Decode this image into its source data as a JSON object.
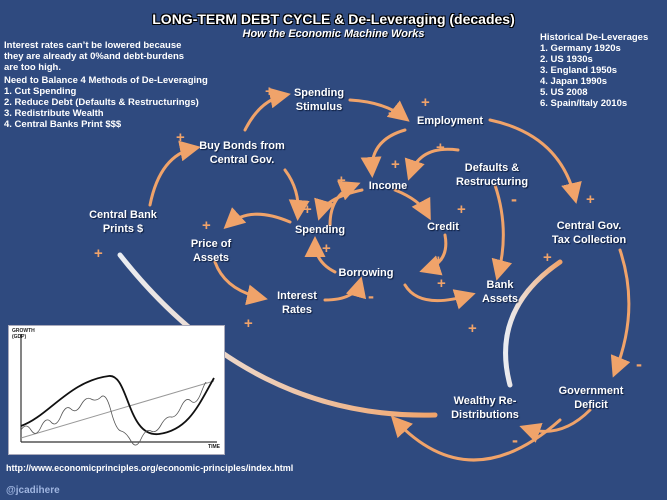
{
  "header": {
    "title": "LONG-TERM DEBT CYCLE & De-Leveraging (decades)",
    "subtitle": "How the Economic Machine Works"
  },
  "left_note": {
    "rates_text": [
      "Interest rates can’t be lowered because",
      "they are already at 0%and debt-burdens",
      "are too high."
    ],
    "methods_heading": "Need to Balance 4 Methods of De-Leveraging",
    "methods": [
      "1.  Cut Spending",
      "2.  Reduce Debt (Defaults & Restructurings)",
      "3.  Redistribute Wealth",
      "4.  Central Banks Print $$$"
    ]
  },
  "right_note": {
    "heading": "Historical De-Leverages",
    "items": [
      "1.  Germany 1920s",
      "2.  US 1930s",
      "3.  England 1950s",
      "4.  Japan 1990s",
      "5.  US 2008",
      "6.  Spain/Italy 2010s"
    ]
  },
  "nodes": {
    "spending_stimulus": "Spending\nStimulus",
    "employment": "Employment",
    "buy_bonds": "Buy Bonds from\nCentral Gov.",
    "defaults": "Defaults &\nRestructuring",
    "income": "Income",
    "central_bank": "Central Bank\nPrints $",
    "central_gov_tax": "Central Gov.\nTax Collection",
    "credit": "Credit",
    "spending": "Spending",
    "price_assets": "Price of\nAssets",
    "borrowing": "Borrowing",
    "bank_assets": "Bank\nAssets",
    "interest_rates": "Interest\nRates",
    "wealthy_redist": "Wealthy Re-\nDistributions",
    "gov_deficit": "Government\nDeficit"
  },
  "inset": {
    "ylabel": "GROWTH\n(GDP)",
    "xlabel": "TIME"
  },
  "footer": {
    "url": "http://www.economicprinciples.org/economic-principles/index.html",
    "handle": "@jcadihere"
  },
  "colors": {
    "background": "#2f4a7f",
    "arrow": "#f0a36a",
    "text": "#ffffff"
  }
}
